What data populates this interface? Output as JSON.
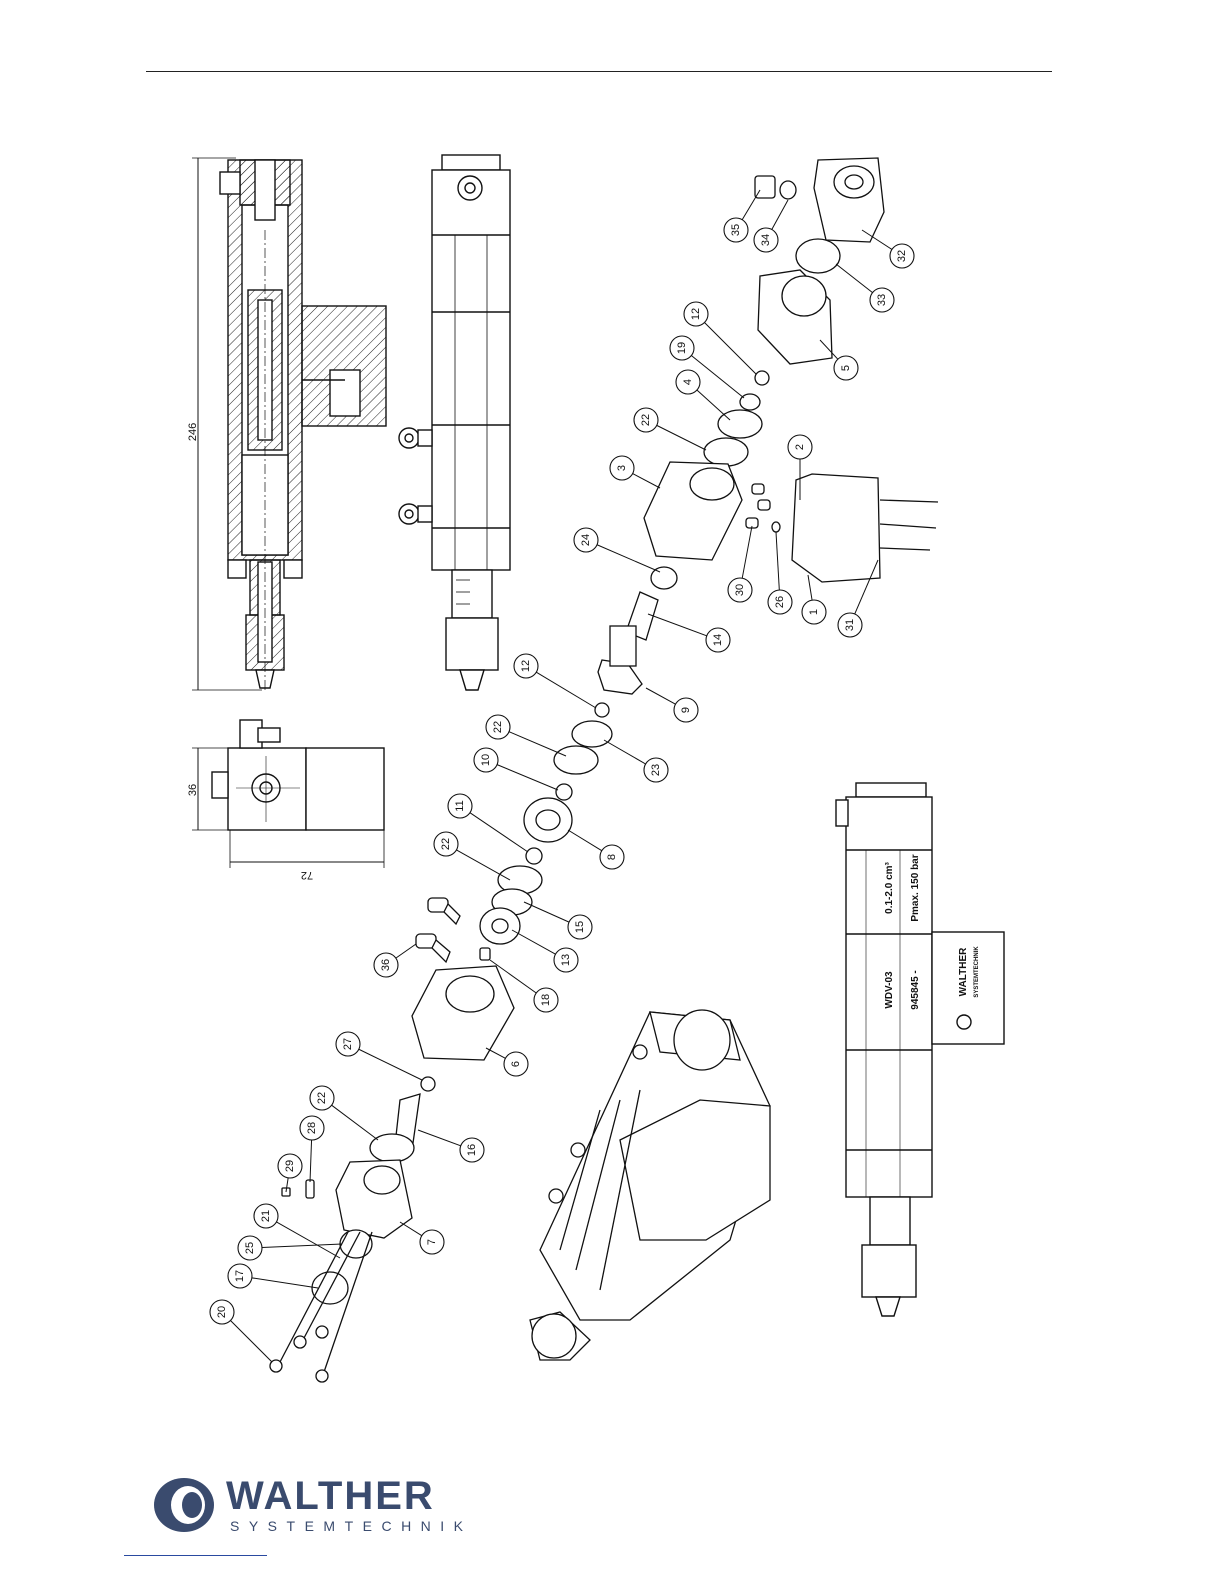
{
  "dimensions": {
    "length": "246",
    "height": "36",
    "width": "72"
  },
  "part_numbers": [
    "1",
    "2",
    "3",
    "4",
    "5",
    "6",
    "7",
    "8",
    "9",
    "10",
    "11",
    "12",
    "12",
    "13",
    "14",
    "15",
    "16",
    "17",
    "18",
    "19",
    "20",
    "21",
    "22",
    "22",
    "22",
    "22",
    "23",
    "24",
    "25",
    "26",
    "27",
    "28",
    "29",
    "30",
    "31",
    "32",
    "33",
    "34",
    "35",
    "36"
  ],
  "nameplate": {
    "model": "WDV-03",
    "volume": "0.1-2.0 cm³",
    "serial": "945845 -",
    "pressure": "Pmax. 150 bar",
    "brand": "WALTHER",
    "brand_sub": "SYSTEMTECHNIK"
  },
  "logo": {
    "wordmark": "WALTHER",
    "tagline": "SYSTEMTECHNIK",
    "colors": {
      "primary": "#3a4b6e",
      "accent": "#2a4aa0"
    }
  },
  "icons": [
    "walther-logo-icon"
  ]
}
